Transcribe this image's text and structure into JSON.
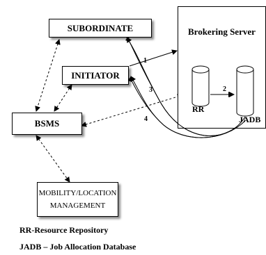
{
  "nodes": {
    "subordinate": "SUBORDINATE",
    "initiator": "INITIATOR",
    "bsms": "BSMS",
    "mobility_line1": "MOBILITY/LOCATION",
    "mobility_line2": "MANAGEMENT",
    "brokering_server": "Brokering Server",
    "rr": "RR",
    "jadb": "JADB"
  },
  "arrows": {
    "a1": "1",
    "a2": "2",
    "a3": "3",
    "a4": "4"
  },
  "legend": {
    "rr_def": "RR-Resource Repository",
    "jadb_def": "JADB – Job Allocation Database"
  }
}
